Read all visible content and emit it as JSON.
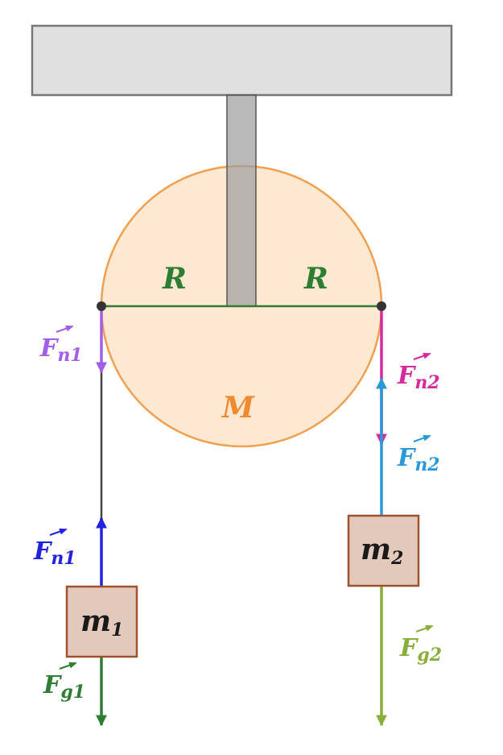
{
  "colors": {
    "ceiling_fill": "#e0e0e0",
    "ceiling_stroke": "#777777",
    "rod_fill": "#9e9e9e",
    "pulley_fill": "#fde8d2",
    "pulley_stroke": "#f0a050",
    "radius_line": "#2e7d32",
    "rope": "#444444",
    "mass_fill": "#e2c9bc",
    "mass_stroke": "#a0522d",
    "mass_label": "#1a1a1a",
    "radius_label": "#2e7d32",
    "pulley_label": "#f08a30",
    "fn1_top": "#a25ee8",
    "fn1_bottom": "#2222dd",
    "fg1": "#2e7d32",
    "fn2_top": "#d42a9e",
    "fn2_bottom": "#2a9ad6",
    "fg2": "#8aae3a"
  },
  "labels": {
    "radius_left": "R",
    "radius_right": "R",
    "pulley_mass": "M",
    "mass1": {
      "main": "m",
      "sub": "1"
    },
    "mass2": {
      "main": "m",
      "sub": "2"
    },
    "fn1_top": {
      "main": "F",
      "sub": "n1"
    },
    "fn1_bottom": {
      "main": "F",
      "sub": "n1"
    },
    "fg1": {
      "main": "F",
      "sub": "g1"
    },
    "fn2_top": {
      "main": "F",
      "sub": "n2"
    },
    "fn2_bottom": {
      "main": "F",
      "sub": "n2"
    },
    "fg2": {
      "main": "F",
      "sub": "g2"
    }
  }
}
